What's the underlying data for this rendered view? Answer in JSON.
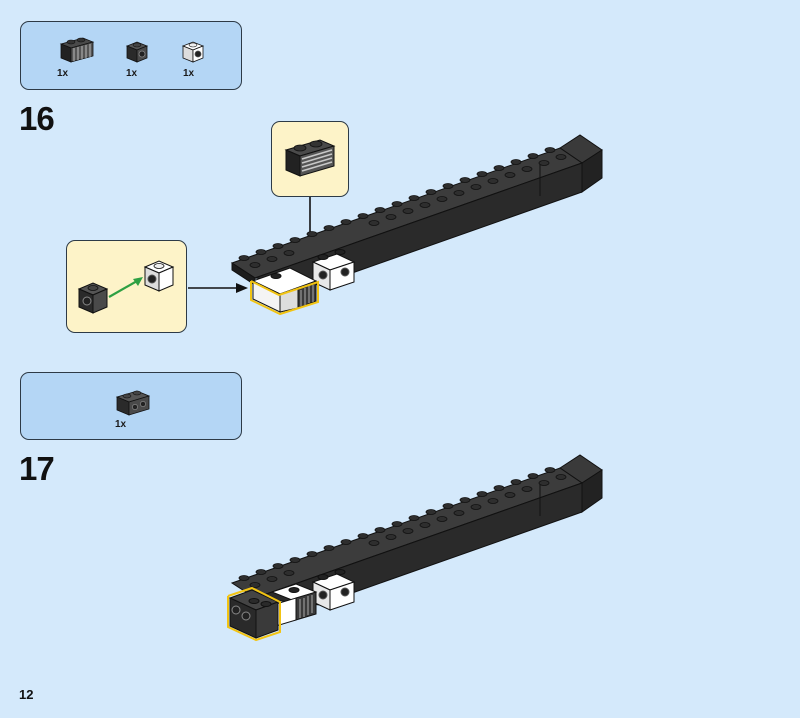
{
  "step16": {
    "number": "16",
    "parts": [
      {
        "id": "grille-brick",
        "qty": "1x"
      },
      {
        "id": "dark-bracket-brick",
        "qty": "1x"
      },
      {
        "id": "white-bracket-brick",
        "qty": "1x"
      }
    ]
  },
  "step17": {
    "number": "17",
    "parts": [
      {
        "id": "dark-double-stud-brick",
        "qty": "1x"
      }
    ]
  },
  "page_number": "12",
  "colors": {
    "background": "#d4e9fb",
    "parts_box": "#b4d6f5",
    "callout": "#fdf3c8",
    "highlight": "#f2c413",
    "arrow_green": "#2ea043",
    "brick_black": "#2a2a2a"
  }
}
